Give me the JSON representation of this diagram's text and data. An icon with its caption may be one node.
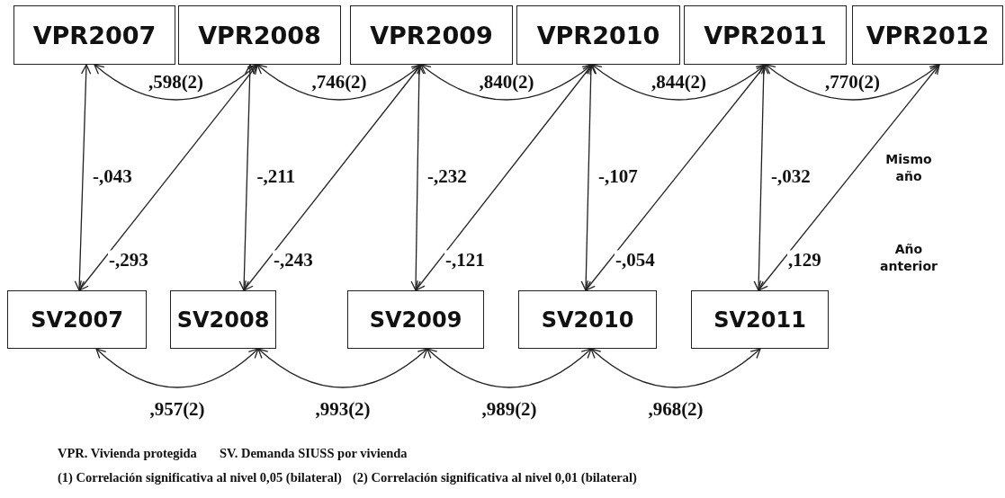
{
  "diagram": {
    "nodes": [
      {
        "text": [
          "VPR2007"
        ]
      },
      {
        "text": [
          "VPR2008"
        ]
      },
      {
        "text": [
          "VPR2009"
        ]
      },
      {
        "text": [
          "VPR2010"
        ]
      },
      {
        "text": [
          "VPR2011"
        ]
      },
      {
        "text": [
          "VPR2012"
        ]
      },
      {
        "text": [
          "SV2007"
        ]
      },
      {
        "text": [
          "SV2008"
        ]
      },
      {
        "text": [
          "SV2009"
        ]
      },
      {
        "text": [
          "SV2010"
        ]
      },
      {
        "text": [
          "SV2011"
        ]
      }
    ],
    "edges": [
      {
        "from": 0,
        "to": 1,
        "arrow": "both",
        "label": ",598(2)"
      },
      {
        "from": 1,
        "to": 2,
        "arrow": "both",
        "label": ",746(2)"
      },
      {
        "from": 2,
        "to": 3,
        "arrow": "both",
        "label": ",840(2)"
      },
      {
        "from": 3,
        "to": 4,
        "arrow": "both",
        "label": ",844(2)"
      },
      {
        "from": 4,
        "to": 5,
        "arrow": "both",
        "label": ",770(2)"
      },
      {
        "from": 0,
        "to": 6,
        "arrow": "both",
        "label": "-,043"
      },
      {
        "from": 1,
        "to": 7,
        "arrow": "both",
        "label": "-,211"
      },
      {
        "from": 2,
        "to": 8,
        "arrow": "both",
        "label": "-,232"
      },
      {
        "from": 3,
        "to": 9,
        "arrow": "both",
        "label": "-,107"
      },
      {
        "from": 4,
        "to": 10,
        "arrow": "both",
        "label": "-,032"
      },
      {
        "from": 1,
        "to": 6,
        "arrow": "both",
        "label": "-,293"
      },
      {
        "from": 2,
        "to": 7,
        "arrow": "both",
        "label": "-,243"
      },
      {
        "from": 3,
        "to": 8,
        "arrow": "both",
        "label": "-,121"
      },
      {
        "from": 4,
        "to": 9,
        "arrow": "both",
        "label": "-,054"
      },
      {
        "from": 5,
        "to": 10,
        "arrow": "both",
        "label": ",129"
      },
      {
        "from": 6,
        "to": 7,
        "arrow": "both",
        "label": ",957(2)"
      },
      {
        "from": 7,
        "to": 8,
        "arrow": "both",
        "label": ",993(2)"
      },
      {
        "from": 8,
        "to": 9,
        "arrow": "both",
        "label": ",989(2)"
      },
      {
        "from": 9,
        "to": 10,
        "arrow": "both",
        "label": ",968(2)"
      }
    ],
    "labels": [
      "Mismo año",
      "Año anterior",
      "VPR. Vivienda protegida",
      "SV. Demanda SIUSS por vivienda",
      "(1) Correlación significativa al nivel 0,05 (bilateral)",
      "(2) Correlación significativa al nivel 0,01 (bilateral)"
    ]
  }
}
